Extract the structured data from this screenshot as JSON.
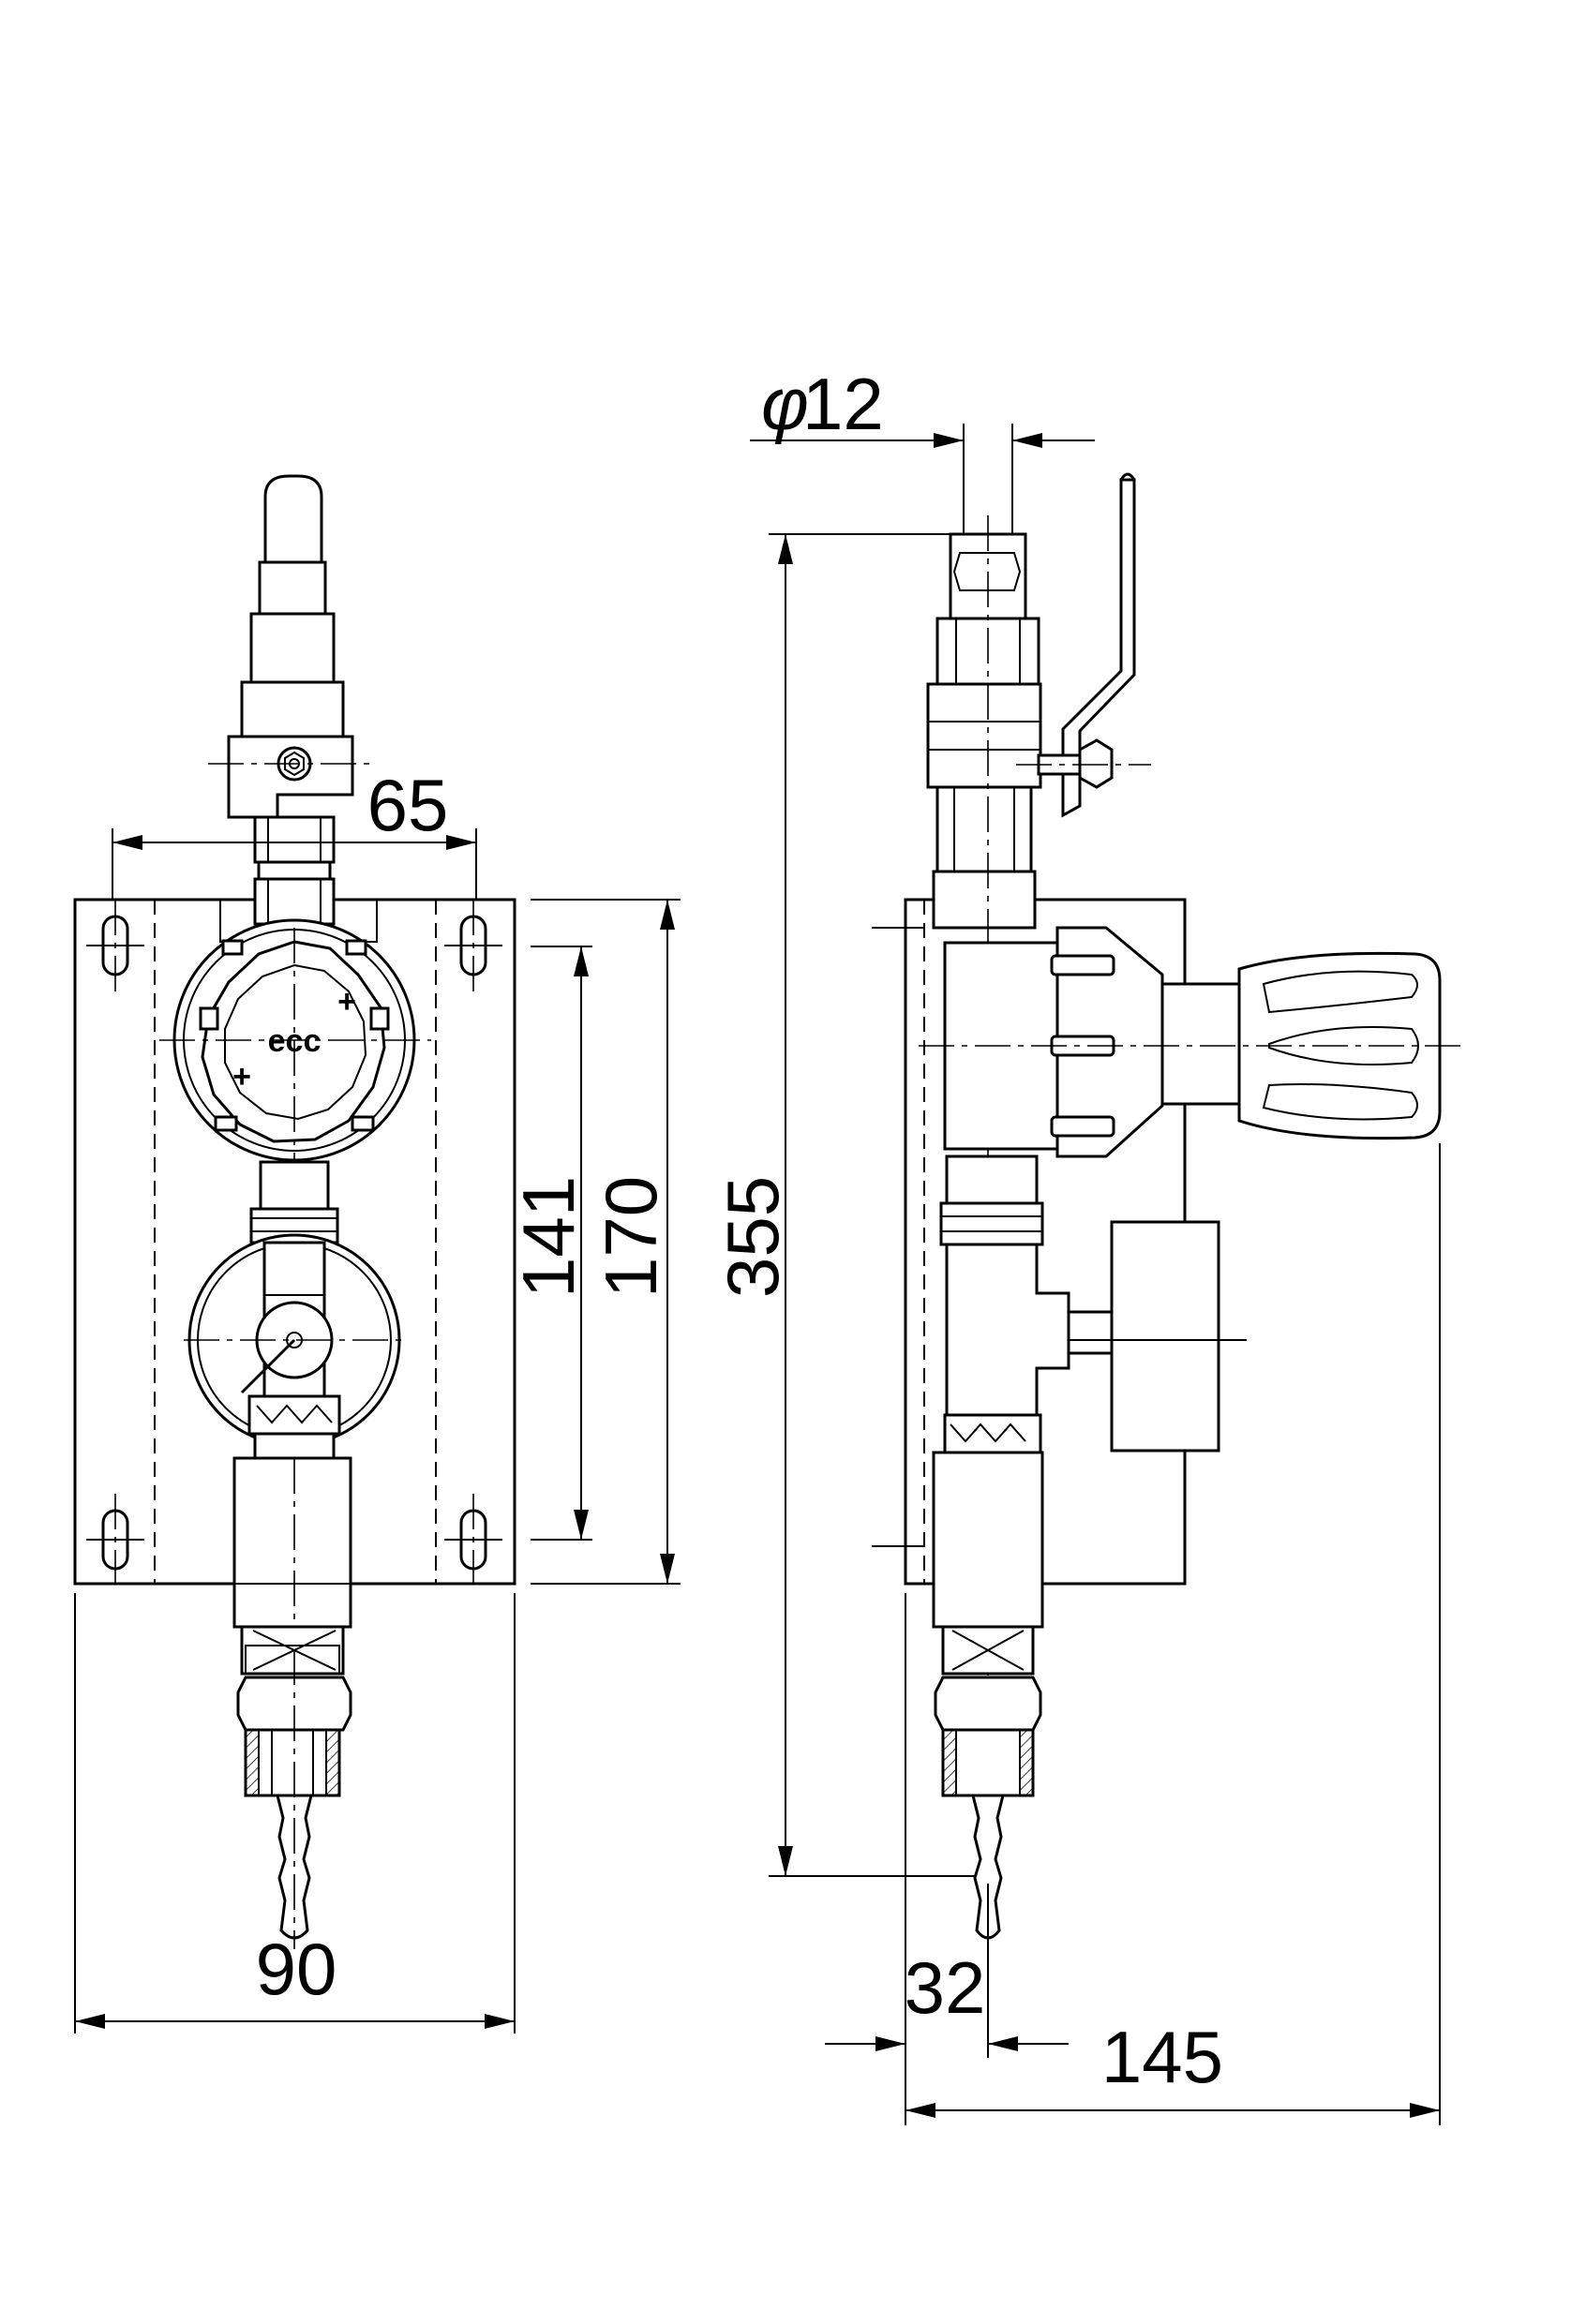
{
  "drawing": {
    "front_view": {
      "brand_logo": "ecc",
      "dimensions": {
        "inlet_spacing": "65",
        "panel_width": "90",
        "slot_spacing": "141",
        "panel_height": "170"
      }
    },
    "side_view": {
      "dimensions": {
        "pipe_diameter_symbol": "φ",
        "pipe_diameter": "12",
        "overall_height": "355",
        "panel_offset": "32",
        "overall_depth": "145"
      }
    }
  }
}
